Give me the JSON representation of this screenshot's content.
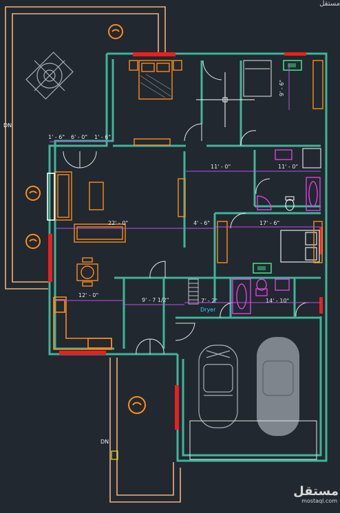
{
  "plan": {
    "labels": {
      "dn_top": "DN",
      "dn_bottom": "DN",
      "dryer": "Dryer"
    },
    "dimensions": {
      "d1": "1' - 6\"",
      "d2": "6' - 0\"",
      "d3": "1' - 6\"",
      "d4": "11' - 0\"",
      "d5": "11' - 0\"",
      "d6": "9' - 6\"",
      "d7": "22' - 0\"",
      "d8": "4' - 6\"",
      "d9": "17' - 6\"",
      "d10": "12' - 0\"",
      "d11": "9' - 7 1/2\"",
      "d12": "7' - 2\"",
      "d13": "14' - 10\""
    },
    "watermark": {
      "arabic": "مستقل",
      "latin": "mostaql.com"
    },
    "colors": {
      "background": "#212830",
      "wall": "#3fb59a",
      "outline": "#f0b27a",
      "furniture": "#ff8c1a",
      "fixture": "#e040e0",
      "window": "#e8201e",
      "dimension": "#c050e8"
    }
  }
}
